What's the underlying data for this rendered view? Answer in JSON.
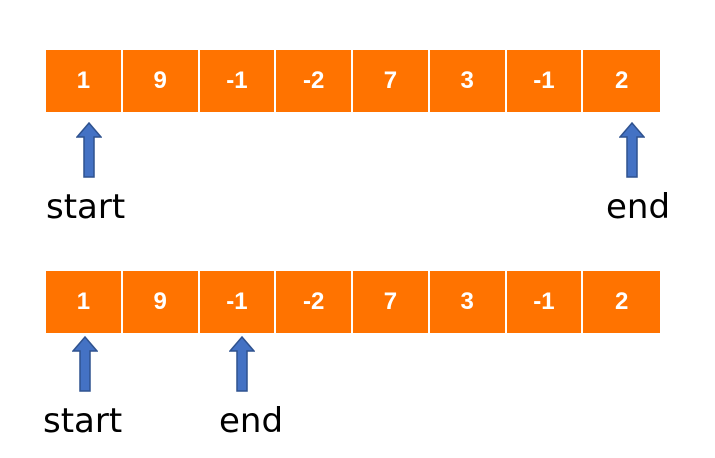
{
  "arrays": [
    {
      "cells": [
        "1",
        "9",
        "-1",
        "-2",
        "7",
        "3",
        "-1",
        "2"
      ]
    },
    {
      "cells": [
        "1",
        "9",
        "-1",
        "-2",
        "7",
        "3",
        "-1",
        "2"
      ]
    }
  ],
  "pointers": {
    "top_start": "start",
    "top_end": "end",
    "bottom_start": "start",
    "bottom_end": "end"
  },
  "colors": {
    "cell_fill": "#ff7300",
    "cell_text": "#ffffff",
    "arrow_fill": "#4472c4",
    "arrow_stroke": "#2f528f"
  }
}
